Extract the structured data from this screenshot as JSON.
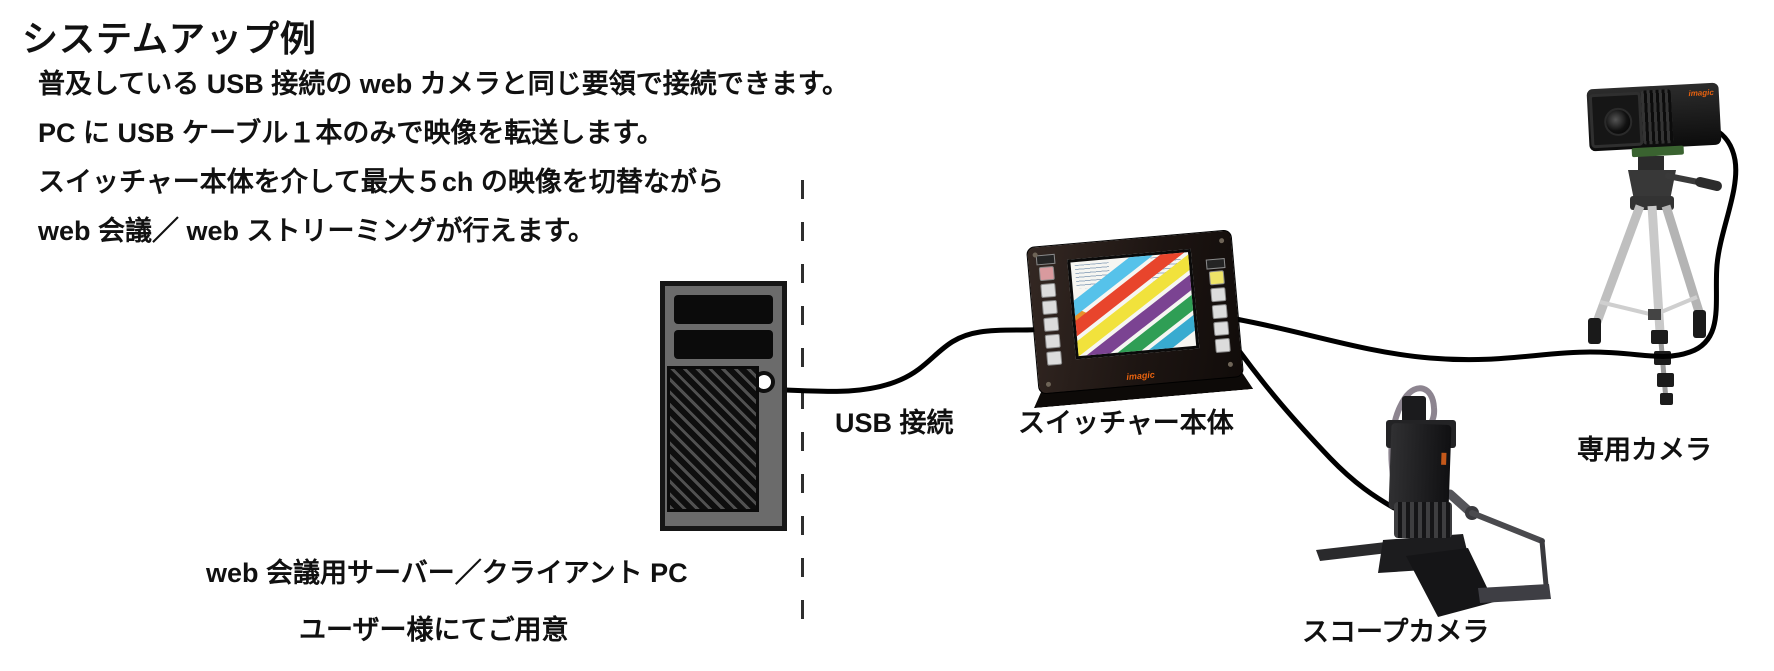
{
  "title": "システムアップ例",
  "description": {
    "lines": [
      "普及している USB 接続の web カメラと同じ要領で接続できます。",
      "PC に USB ケーブル１本のみで映像を転送します。",
      "スイッチャー本体を介して最大５ch の映像を切替ながら",
      "web 会議／ web ストリーミングが行えます。"
    ]
  },
  "labels": {
    "usb": "USB 接続",
    "switcher": "スイッチャー本体",
    "dedicated_camera": "専用カメラ",
    "scope_camera": "スコープカメラ",
    "pc_role": "web 会議用サーバー／クライアント PC",
    "pc_note": "ユーザー様にてご用意"
  },
  "branding": {
    "switcher_logo": "imagic",
    "camera_logo": "imagic"
  },
  "colors": {
    "text": "#101010",
    "cable": "#000000",
    "logo_orange": "#e8620f",
    "pc_body": "#6b6b6b",
    "tripod_silver": "#c2c2c2",
    "button_yellow": "#eee468",
    "button_pink": "#d99a9e"
  }
}
